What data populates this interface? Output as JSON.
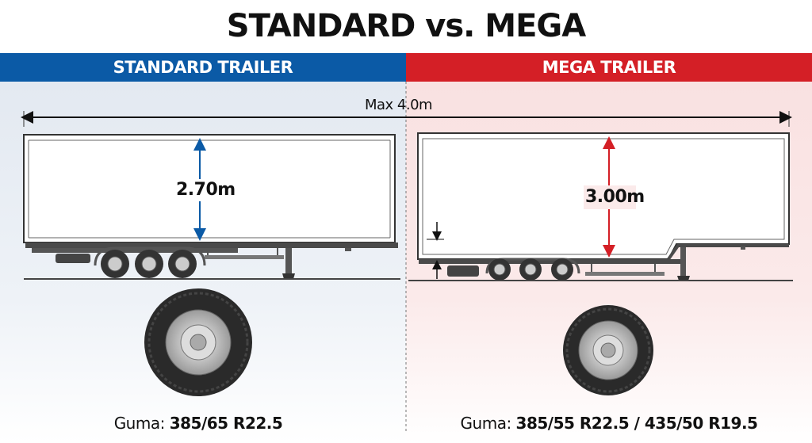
{
  "title": "STANDARD vs. MEGA",
  "left": {
    "header": "STANDARD TRAILER",
    "height_label": "2.70m",
    "tire_prefix": "Guma:",
    "tire_size": "385/65 R22.5",
    "accent": "#0b5aa6"
  },
  "right": {
    "header": "MEGA TRAILER",
    "height_label": "3.00m",
    "tire_prefix": "Guma:",
    "tire_size": "385/55 R22.5 / 435/50 R19.5",
    "accent": "#d41f26"
  },
  "max_height_label": "Max 4.0m"
}
